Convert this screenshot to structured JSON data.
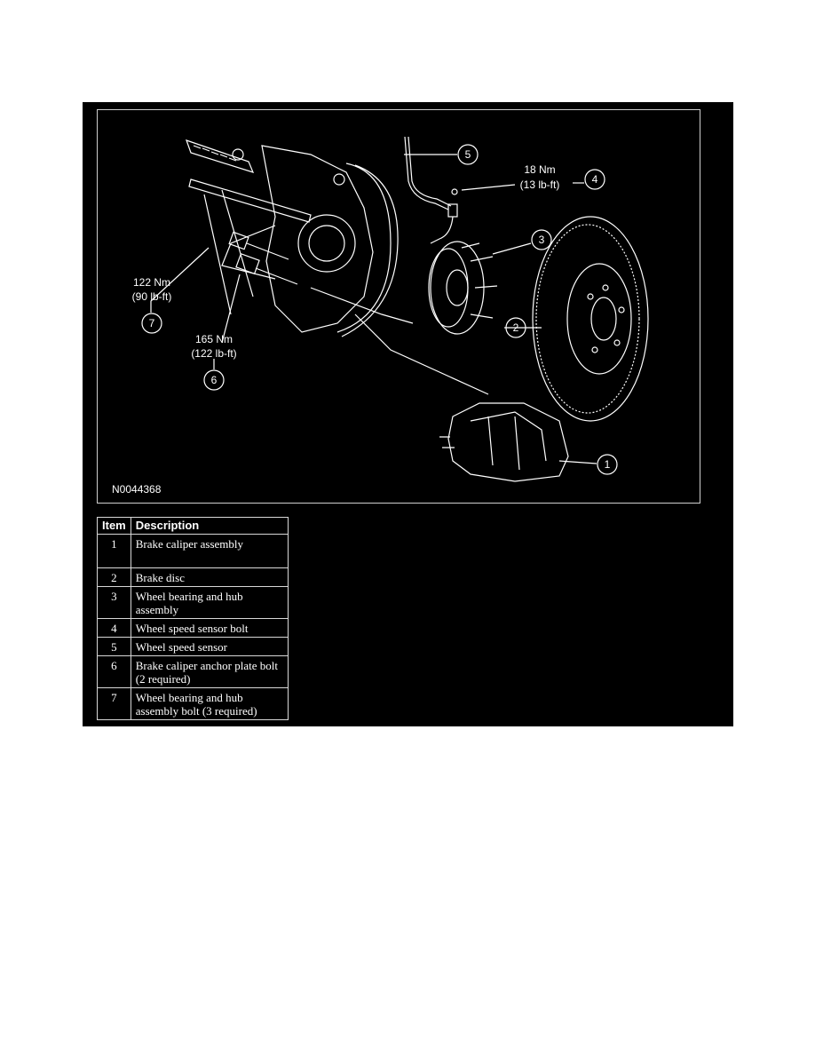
{
  "figure": {
    "figure_id": "N0044368",
    "callouts": [
      {
        "number": "1"
      },
      {
        "number": "2"
      },
      {
        "number": "3"
      },
      {
        "number": "4",
        "torque_nm": "18 Nm",
        "torque_lbft": "(13 lb-ft)"
      },
      {
        "number": "5"
      },
      {
        "number": "6",
        "torque_nm": "165 Nm",
        "torque_lbft": "(122 lb-ft)"
      },
      {
        "number": "7",
        "torque_nm": "122 Nm",
        "torque_lbft": "(90 lb-ft)"
      }
    ]
  },
  "table": {
    "headers": {
      "item": "Item",
      "description": "Description"
    },
    "rows": [
      {
        "item": "1",
        "description": "Brake caliper assembly"
      },
      {
        "item": "2",
        "description": "Brake disc"
      },
      {
        "item": "3",
        "description": "Wheel bearing and hub assembly"
      },
      {
        "item": "4",
        "description": "Wheel speed sensor bolt"
      },
      {
        "item": "5",
        "description": "Wheel speed sensor"
      },
      {
        "item": "6",
        "description": "Brake caliper anchor plate bolt (2 required)"
      },
      {
        "item": "7",
        "description": "Wheel bearing and hub assembly bolt (3 required)"
      }
    ]
  }
}
